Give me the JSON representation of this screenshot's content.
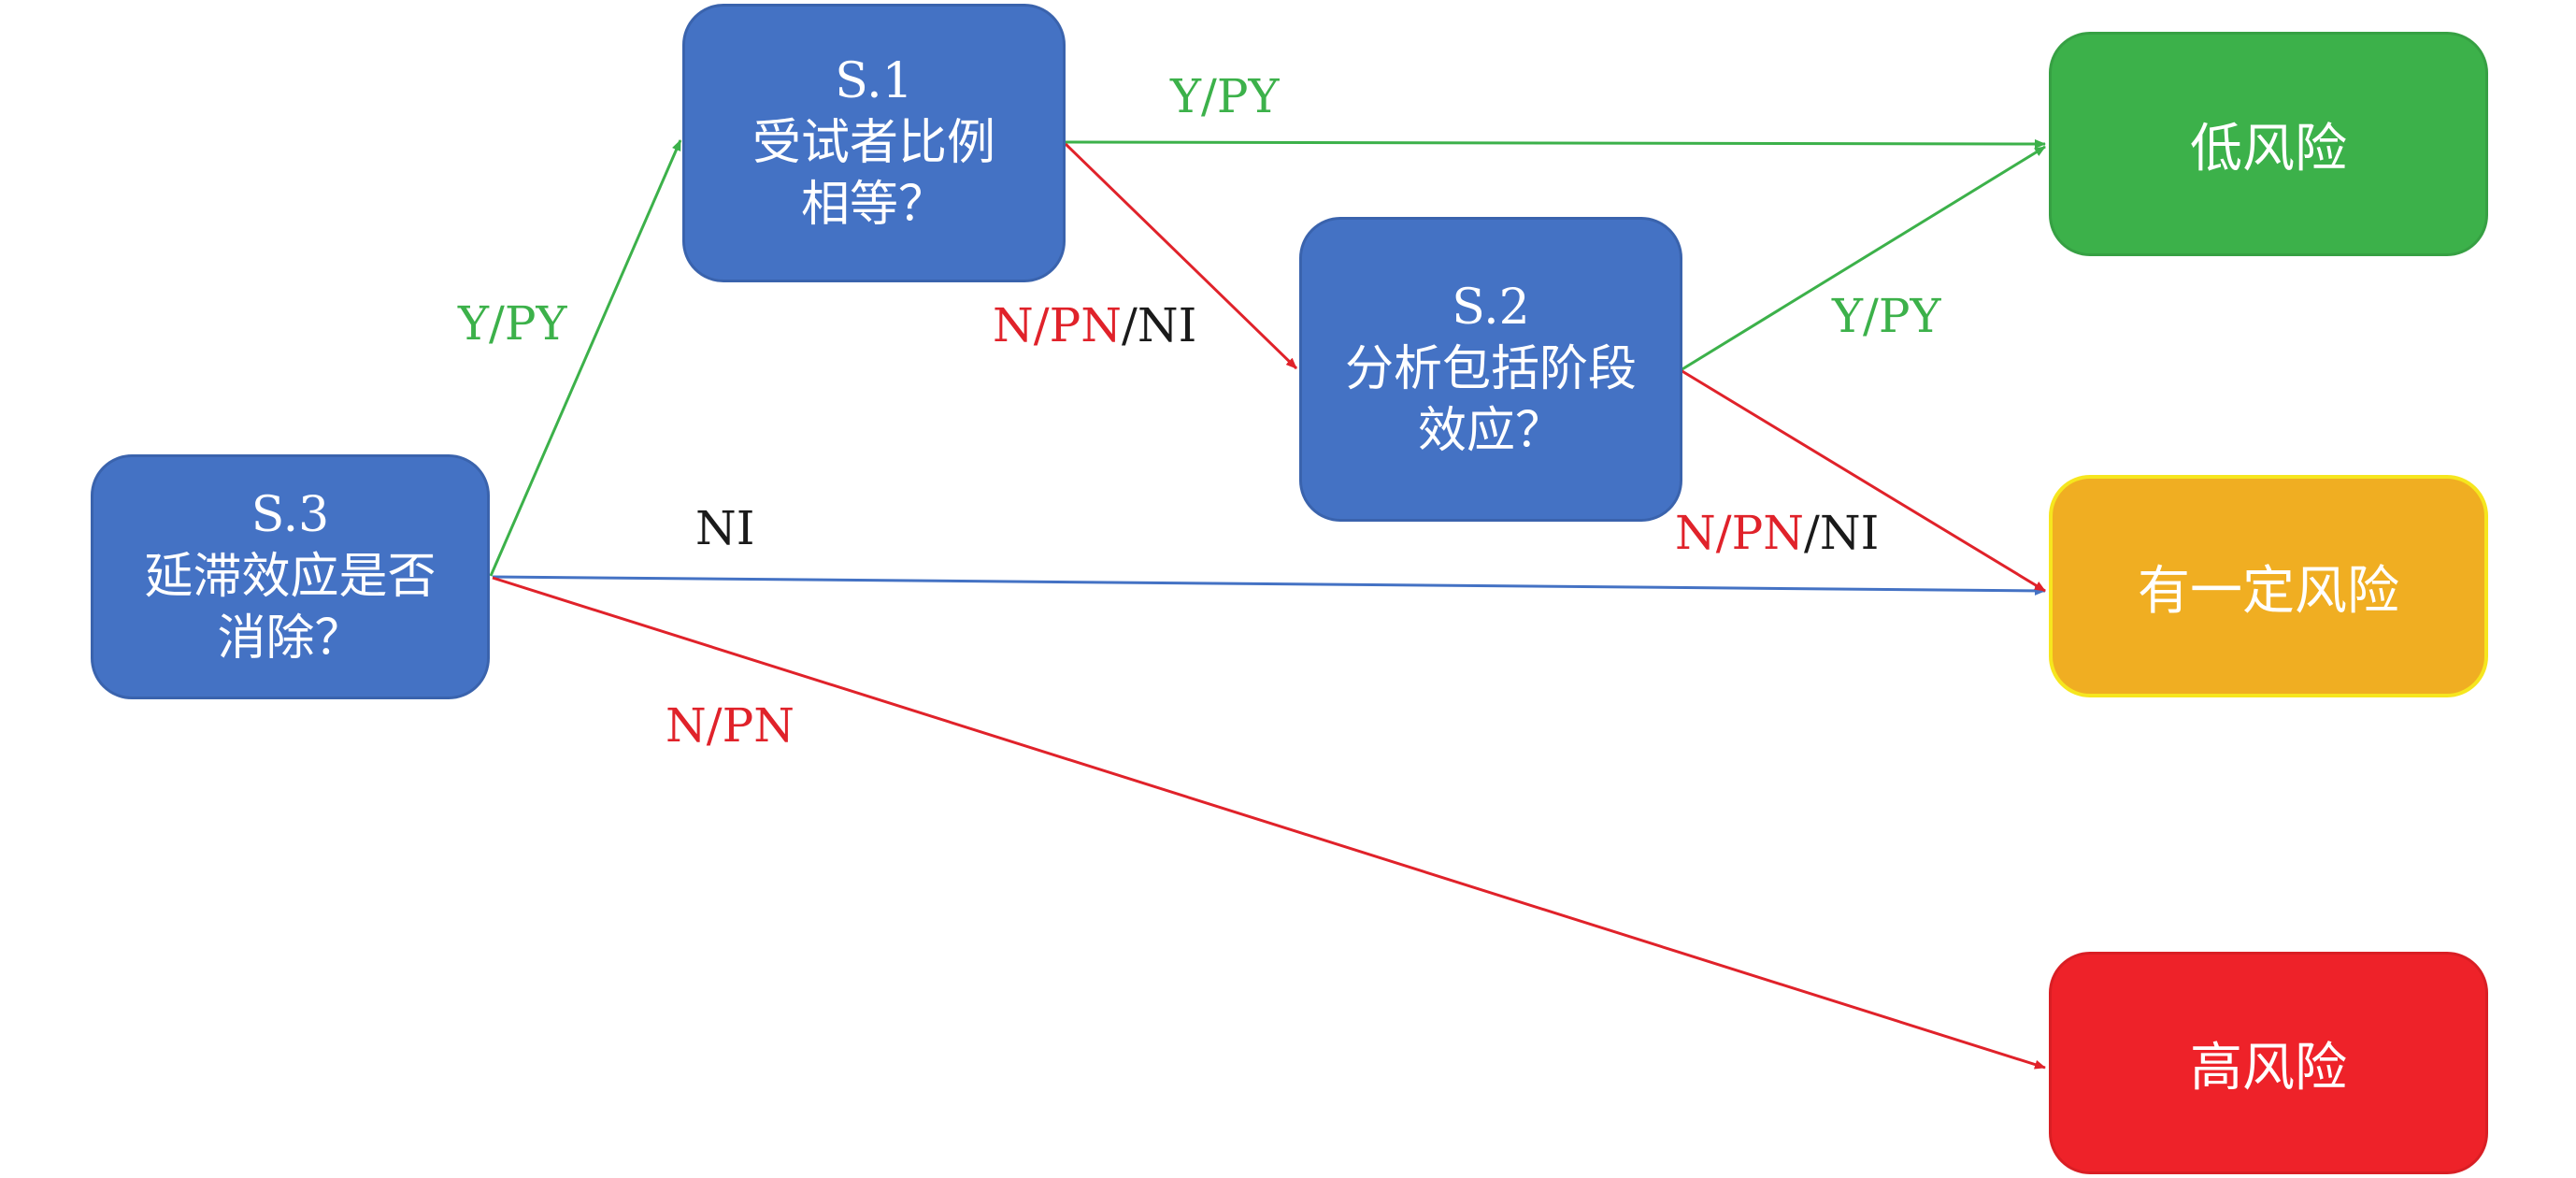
{
  "nodes": {
    "s3": {
      "id": "S.3",
      "line1": "延滞效应是否",
      "line2": "消除？"
    },
    "s1": {
      "id": "S.1",
      "line1": "受试者比例",
      "line2": "相等？"
    },
    "s2": {
      "id": "S.2",
      "line1": "分析包括阶段",
      "line2": "效应？"
    },
    "low": "低风险",
    "some": "有一定风险",
    "high": "高风险"
  },
  "edges": {
    "s3_to_s1": "Y/PY",
    "s3_to_some": "NI",
    "s3_to_high": "N/PN",
    "s1_to_low": "Y/PY",
    "s1_to_s2": {
      "red": "N/PN",
      "black": "/NI"
    },
    "s2_to_low": "Y/PY",
    "s2_to_some": {
      "red": "N/PN",
      "black": "/NI"
    }
  },
  "colors": {
    "question": "#4472c4",
    "low": "#3cb14a",
    "some": "#f0ae22",
    "high": "#ee2229",
    "yes_edge": "#3cb14a",
    "no_edge": "#e0222a",
    "ni_edge": "#4472c4"
  }
}
